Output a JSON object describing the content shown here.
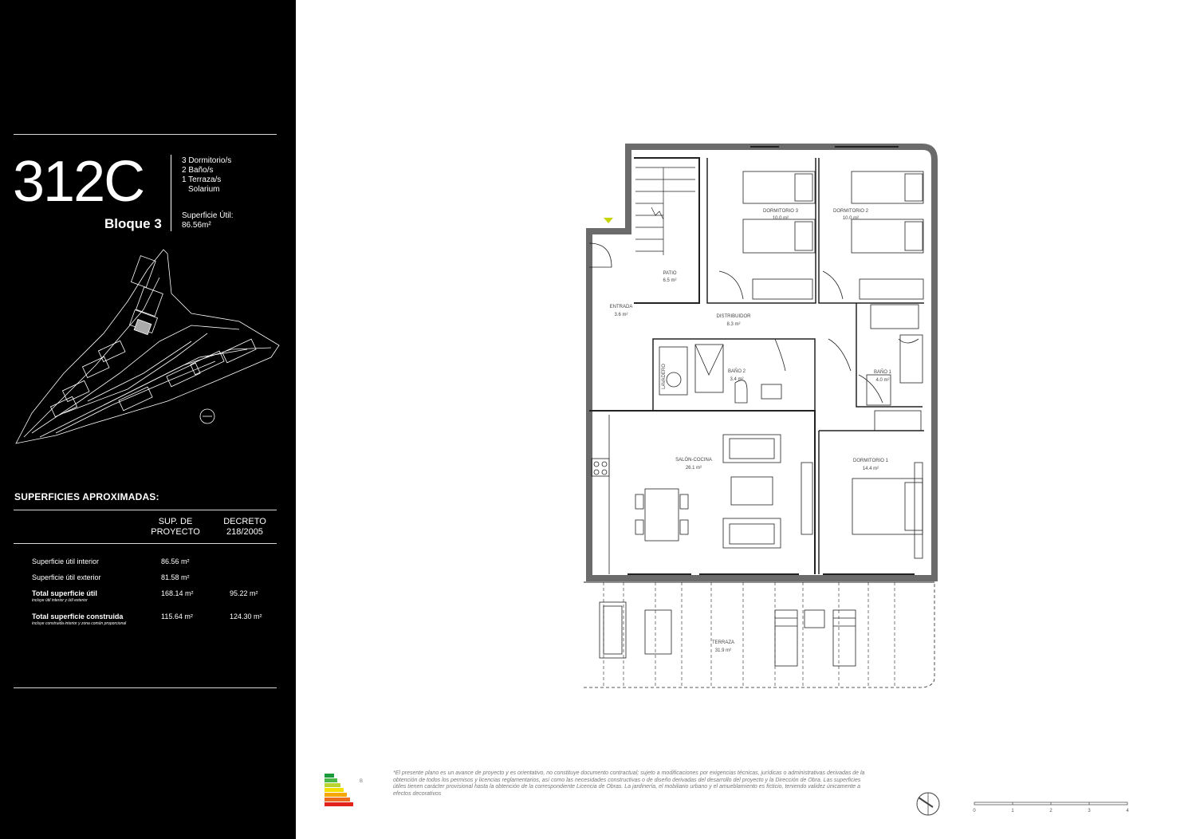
{
  "unit": {
    "code": "312C",
    "block": "Bloque 3",
    "features": [
      "3 Dormitorio/s",
      "2 Baño/s",
      "1 Terraza/s",
      "Solarium"
    ],
    "useful_area_label": "Superficie Útil:",
    "useful_area_value": "86.56m²"
  },
  "areas": {
    "title": "SUPERFICIES APROXIMADAS:",
    "col1": [
      "SUP. DE",
      "PROYECTO"
    ],
    "col2": [
      "DECRETO",
      "218/2005"
    ],
    "rows": [
      {
        "label": "Superficie útil interior",
        "note": "",
        "project": "86.56 m²",
        "decree": ""
      },
      {
        "label": "Superficie útil exterior",
        "note": "",
        "project": "81.58 m²",
        "decree": ""
      },
      {
        "label": "Total superficie útil",
        "note": "incluye útil interior y útil exterior",
        "project": "168.14 m²",
        "decree": "95.22 m²"
      },
      {
        "label": "Total superficie construida",
        "note": "incluye construida interior y zona común proporcional",
        "project": "115.64 m²",
        "decree": "124.30 m²"
      }
    ]
  },
  "rooms": {
    "patio": {
      "name": "PATIO",
      "area": "6.5 m²"
    },
    "entrada": {
      "name": "ENTRADA",
      "area": "3.6 m²"
    },
    "distribuidor": {
      "name": "DISTRIBUIDOR",
      "area": "8.3 m²"
    },
    "dormitorio3": {
      "name": "DORMITORIO 3",
      "area": "10.0 m²"
    },
    "dormitorio2": {
      "name": "DORMITORIO 2",
      "area": "10.0 m²"
    },
    "lavadero": {
      "name": "LAVADERO",
      "area": ""
    },
    "bano2": {
      "name": "BAÑO 2",
      "area": "3.4 m²"
    },
    "bano1": {
      "name": "BAÑO 1",
      "area": "4.0 m²"
    },
    "salon": {
      "name": "SALÓN-COCINA",
      "area": "26.1 m²"
    },
    "dormitorio1": {
      "name": "DORMITORIO 1",
      "area": "14.4 m²"
    },
    "terraza": {
      "name": "TERRAZA",
      "area": "31.9 m²"
    }
  },
  "disclaimer": "*El presente plano es un avance de proyecto y es orientativo, no constituye documento contractual; sujeto a modificaciones por exigencias técnicas, jurídicas o administrativas derivadas de la obtención de todos los permisos y licencias reglamentarios, así como las necesidades constructivas o de diseño derivadas del desarrollo del proyecto y la Dirección de Obra. Las superficies útiles tienen carácter provisional hasta la obtención de la correspondiente Licencia de Obras. La jardinería, el mobiliario urbano y el amueblamiento es ficticio, teniendo validez únicamente a efectos decorativos",
  "scale_labels": [
    "0",
    "1",
    "2",
    "3",
    "4"
  ],
  "energy_mark": "B",
  "colors": {
    "sidebar": "#000000",
    "plan_lines": "#222222",
    "walls": "#6b6b6b"
  }
}
